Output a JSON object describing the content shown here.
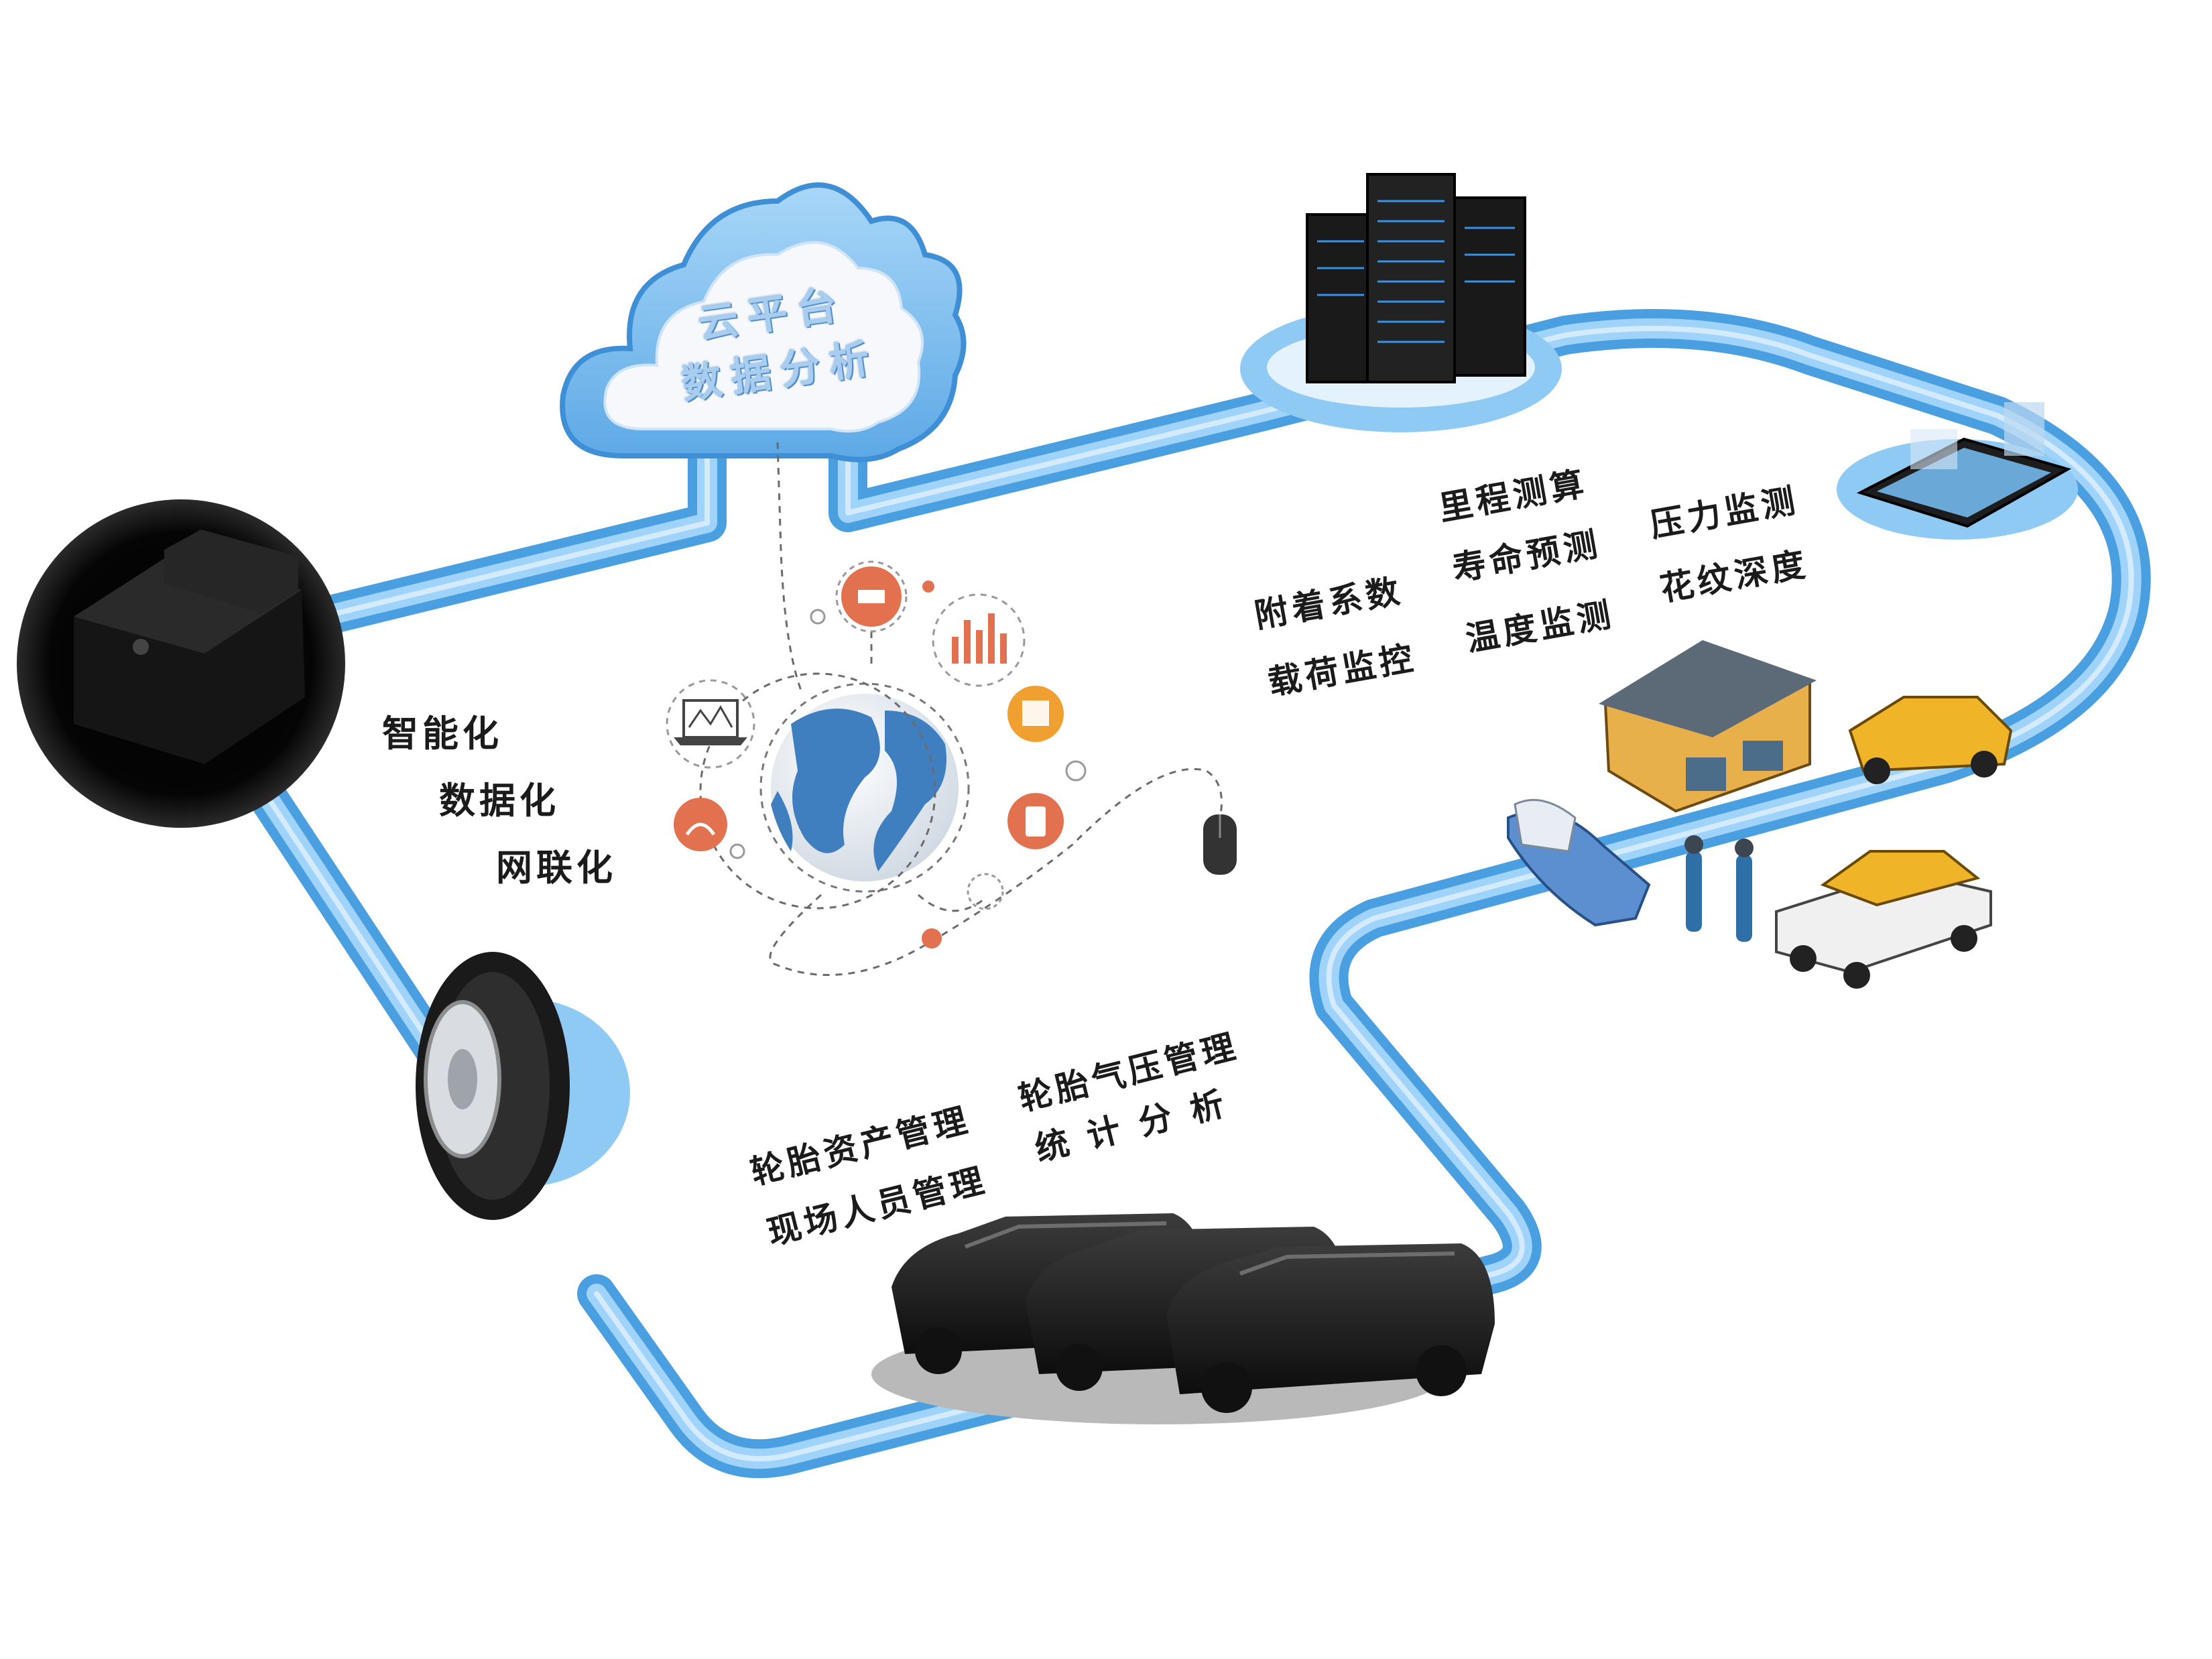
{
  "cloud": {
    "line1": "云平台",
    "line2": "数据分析"
  },
  "features_left": [
    "智能化",
    "数据化",
    "网联化"
  ],
  "monitoring": {
    "r1": "里程测算",
    "r2a": "附着系数",
    "r2b": "寿命预测",
    "r2c": "压力监测",
    "r3a": "载荷监控",
    "r3b": "温度监测",
    "r3c": "花纹深度"
  },
  "management": {
    "a1": "轮胎资产管理",
    "a2": "现场人员管理",
    "b1": "轮胎气压管理",
    "b2": "统 计 分 析"
  },
  "colors": {
    "path": "#6fb9f0",
    "path_edge": "#4a9fe0",
    "bubble": "#8cc8f4",
    "icon_orange": "#e2714f",
    "icon_amber": "#f0a030",
    "globe_land": "#3f7fbf"
  },
  "icons": [
    "cloud-icon",
    "server-icon",
    "tire-sensor-device",
    "tire-icon",
    "globe-icon",
    "satellite-icon",
    "bar-chart-icon",
    "database-icon",
    "phone-icon",
    "wifi-icon",
    "laptop-icon",
    "mouse-icon",
    "smartphone-icon",
    "repair-shop-icon",
    "car-icon",
    "tow-truck-icon",
    "worker-icon",
    "van-fleet-icon"
  ]
}
